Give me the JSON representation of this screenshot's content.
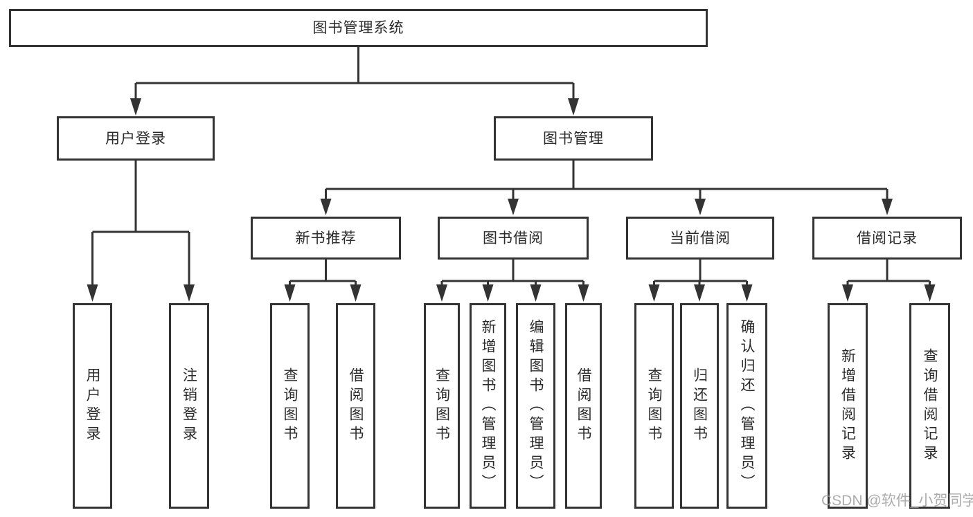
{
  "tree": {
    "label": "图书管理系统",
    "children": [
      {
        "label": "用户登录",
        "children": [
          {
            "label": "用户登录"
          },
          {
            "label": "注销登录"
          }
        ]
      },
      {
        "label": "图书管理",
        "children": [
          {
            "label": "新书推荐",
            "children": [
              {
                "label": "查询图书"
              },
              {
                "label": "借阅图书"
              }
            ]
          },
          {
            "label": "图书借阅",
            "children": [
              {
                "label": "查询图书"
              },
              {
                "label": "新增图书（管理员）"
              },
              {
                "label": "编辑图书（管理员）"
              },
              {
                "label": "借阅图书"
              }
            ]
          },
          {
            "label": "当前借阅",
            "children": [
              {
                "label": "查询图书"
              },
              {
                "label": "归还图书"
              },
              {
                "label": "确认归还（管理员）"
              }
            ]
          },
          {
            "label": "借阅记录",
            "children": [
              {
                "label": "新增借阅记录"
              },
              {
                "label": "查询借阅记录"
              }
            ]
          }
        ]
      }
    ]
  },
  "watermark": {
    "text": "CSDN @软件_小贺同学"
  },
  "colors": {
    "line": "#333333",
    "box_border": "#333333",
    "text": "#2b2b2b",
    "background": "#ffffff",
    "watermark": "#9e9e9e"
  }
}
